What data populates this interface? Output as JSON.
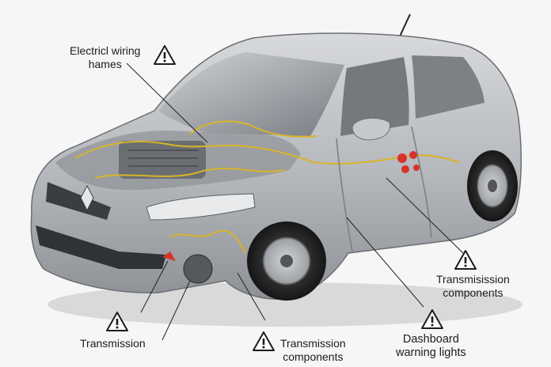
{
  "callouts": [
    {
      "id": "wiring",
      "lines": [
        "Electricl wiring",
        "hames"
      ],
      "icon": "warning-triangle-icon"
    },
    {
      "id": "trans-right",
      "lines": [
        "Transmisission",
        "components"
      ],
      "icon": "warning-triangle-icon"
    },
    {
      "id": "dash",
      "lines": [
        "Dashboard",
        "warning lights"
      ],
      "icon": "warning-triangle-icon"
    },
    {
      "id": "trans-left",
      "lines": [
        "Transmission"
      ],
      "icon": "warning-triangle-icon"
    },
    {
      "id": "trans-bottom",
      "lines": [
        "Transmission",
        "components"
      ],
      "icon": "warning-triangle-icon"
    }
  ],
  "colors": {
    "body": "#b9bcc0",
    "body_dark": "#8d9196",
    "glass": "#6f747a",
    "wiring": "#d8b428",
    "warning_red": "#d8322a",
    "leader": "#222222"
  }
}
